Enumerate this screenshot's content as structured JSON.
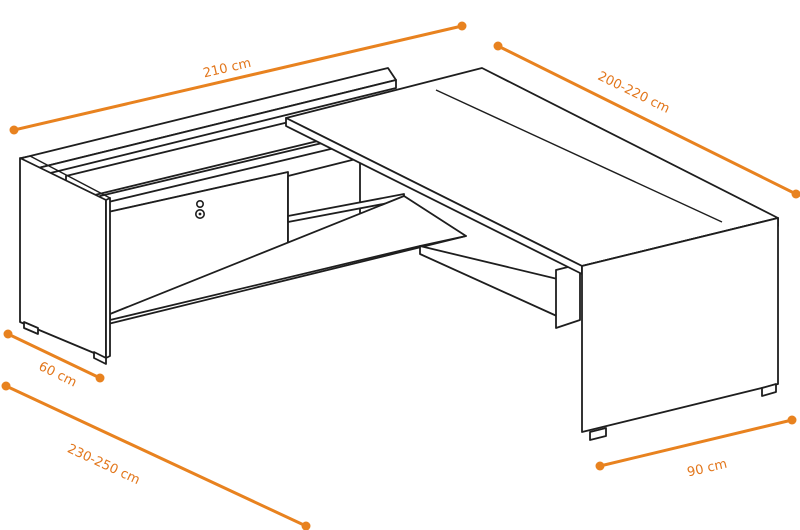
{
  "diagram": {
    "colors": {
      "dimension": "#e8821f",
      "outline": "#1e1e1e",
      "background": "#ffffff"
    },
    "dimensions": {
      "width_main": "210 cm",
      "depth_return": "200-220 cm",
      "depth_main": "60 cm",
      "overall_width": "230-250 cm",
      "width_return": "90 cm"
    }
  }
}
